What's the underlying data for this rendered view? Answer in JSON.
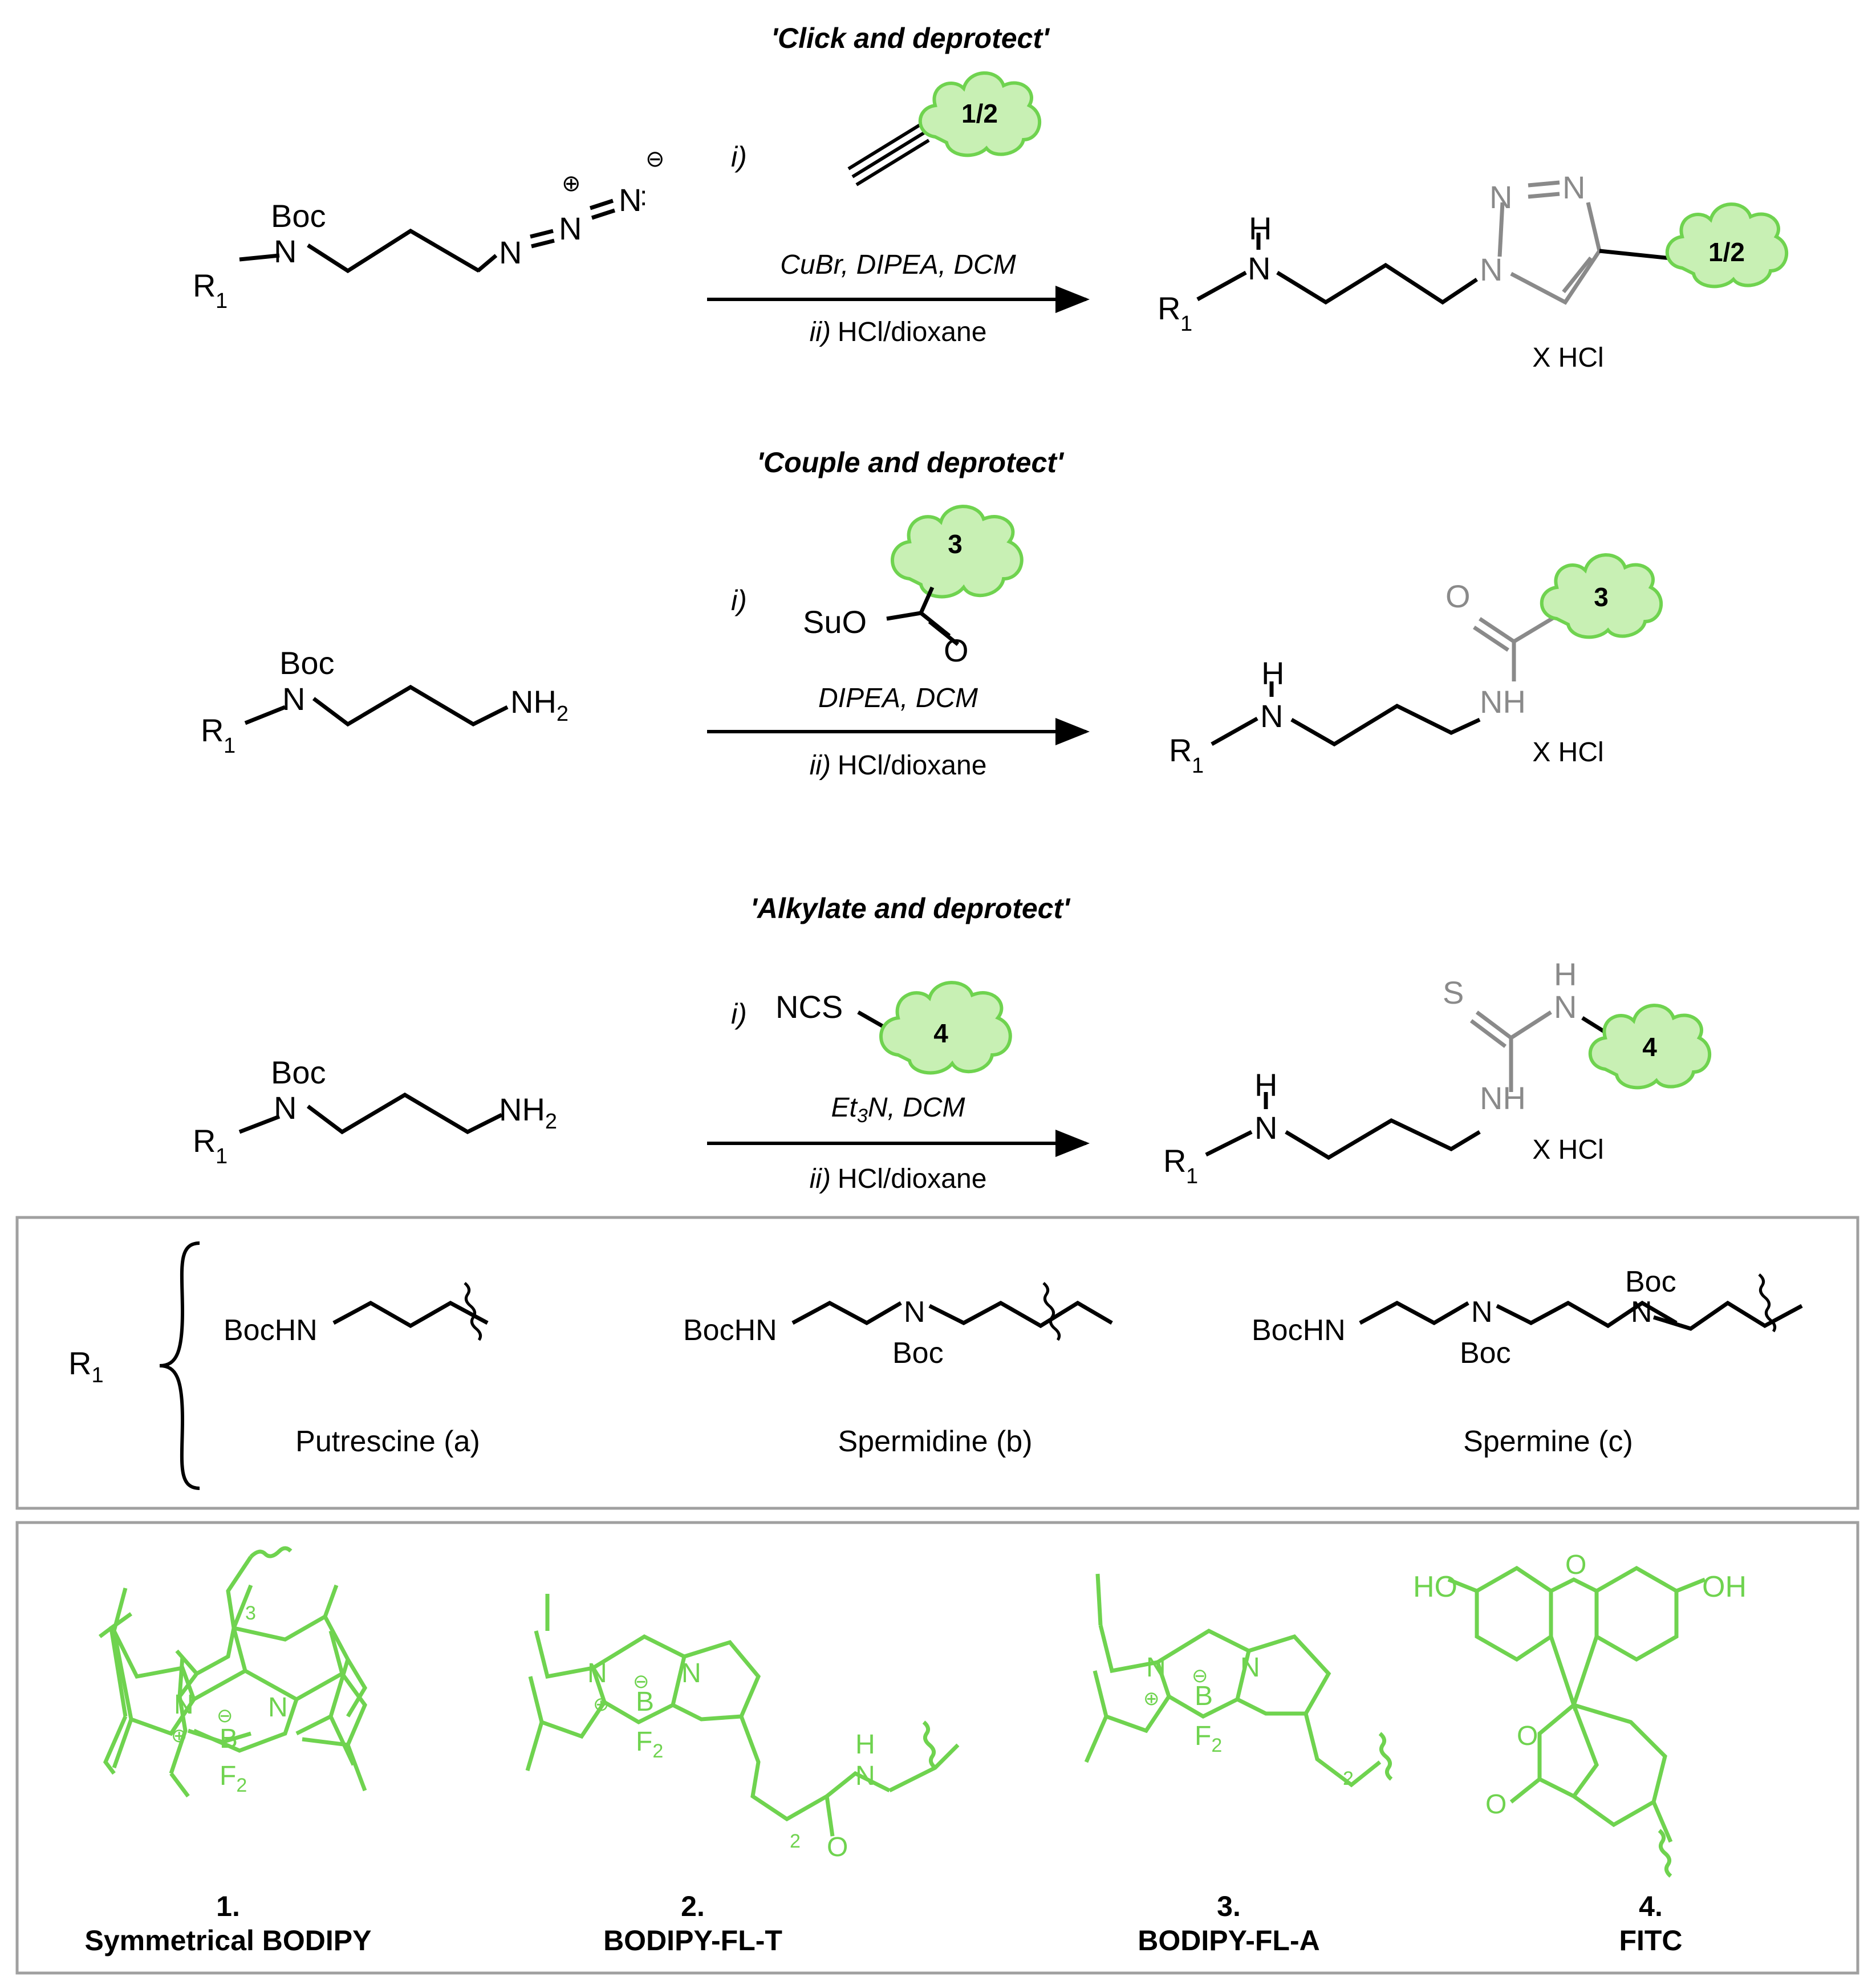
{
  "colors": {
    "black": "#000000",
    "grey": "#8a8a8a",
    "green": "#6fd34f",
    "cloud_fill": "#c8f0b4",
    "box": "#a0a0a0"
  },
  "reactions": [
    {
      "title": "'Click and deprotect'",
      "reagent_step": "i)",
      "reagent_label": "1/2",
      "conditions": "CuBr, DIPEA, DCM",
      "step2_prefix": "ii)",
      "step2": "HCl/dioxane",
      "salt": "X HCl",
      "sm": {
        "boc": "Boc",
        "n": "N",
        "r": "R",
        "sub": "1"
      },
      "azide": {
        "n": "N",
        "plus": "⊕",
        "minus": "⊖",
        "dot": ":"
      },
      "product": {
        "h": "H",
        "n": "N"
      }
    },
    {
      "title": "'Couple and deprotect'",
      "reagent_step": "i)",
      "reagent_label": "3",
      "reagent_group": "SuO",
      "reagent_o": "O",
      "conditions": "DIPEA, DCM",
      "step2_prefix": "ii)",
      "step2": "HCl/dioxane",
      "salt": "X HCl",
      "sm": {
        "boc": "Boc",
        "n": "N",
        "r": "R",
        "sub": "1",
        "nh": "NH",
        "nh_sub": "2"
      },
      "product": {
        "h": "H",
        "n": "N",
        "o": "O",
        "nh": "NH"
      }
    },
    {
      "title": "'Alkylate and deprotect'",
      "reagent_step": "i)",
      "reagent_label": "4",
      "reagent_group": "NCS",
      "conditions_a": "Et",
      "conditions_sub": "3",
      "conditions_b": "N, DCM",
      "step2_prefix": "ii)",
      "step2": "HCl/dioxane",
      "salt": "X HCl",
      "sm": {
        "boc": "Boc",
        "n": "N",
        "r": "R",
        "sub": "1",
        "nh": "NH",
        "nh_sub": "2"
      },
      "product": {
        "h": "H",
        "n": "N",
        "s": "S",
        "nh": "NH"
      }
    }
  ],
  "r1_box": {
    "r": "R",
    "sub": "1",
    "items": [
      {
        "group": "BocHN",
        "name": "Putrescine (a)"
      },
      {
        "group": "BocHN",
        "n": "N",
        "boc": "Boc",
        "name": "Spermidine (b)"
      },
      {
        "group": "BocHN",
        "n": "N",
        "boc": "Boc",
        "name": "Spermine (c)"
      }
    ]
  },
  "dyes": [
    {
      "num": "1.",
      "name": "Symmetrical BODIPY",
      "sub3": "3"
    },
    {
      "num": "2.",
      "name": "BODIPY-FL-T",
      "sub2": "2",
      "nh_h": "H",
      "nh_n": "N",
      "o": "O"
    },
    {
      "num": "3.",
      "name": "BODIPY-FL-A",
      "sub2": "2"
    },
    {
      "num": "4.",
      "name": "FITC",
      "ho": "HO",
      "oh": "OH",
      "o": "O"
    }
  ],
  "bodipy_atoms": {
    "n": "N",
    "b": "B",
    "f": "F",
    "f_sub": "2",
    "plus": "⊕",
    "minus": "⊖"
  }
}
